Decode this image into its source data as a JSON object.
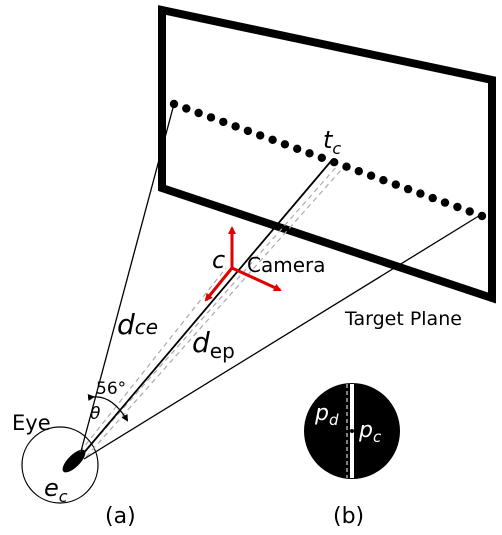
{
  "labels": {
    "target_center": {
      "main": "t",
      "sub": "c"
    },
    "camera_symbol": "c",
    "camera_word": "Camera",
    "target_plane": "Target Plane",
    "eye_center": {
      "main": "e",
      "sub": "c"
    },
    "dist_ce": {
      "main": "d",
      "sub": "ce"
    },
    "dist_ep": {
      "main": "d",
      "sub": "ep"
    },
    "angle_value": "56°",
    "angle_symbol": "θ",
    "eye": "Eye",
    "panel_a": "(a)",
    "panel_b": "(b)",
    "pupil_d": {
      "main": "p",
      "sub": "d"
    },
    "pupil_c": {
      "main": "p",
      "sub": "c"
    }
  },
  "colors": {
    "line": "#000000",
    "axes": "#e00000",
    "dashed": "#aaaaaa",
    "background": "#ffffff"
  },
  "icons": [
    "eye-icon",
    "camera-axes-icon",
    "pupil-disc-icon"
  ]
}
